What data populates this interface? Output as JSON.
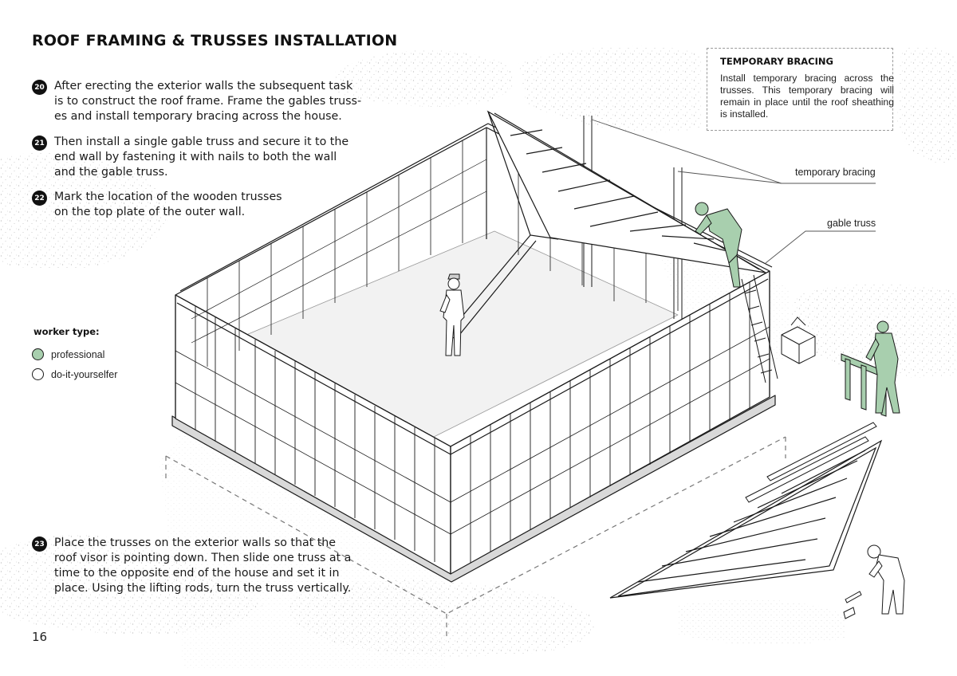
{
  "title": "ROOF FRAMING & TRUSSES INSTALLATION",
  "steps": [
    {
      "number": "20",
      "text": "After erecting the exterior walls the subsequent task is to construct the roof frame. Frame the gables trusses and install temporary bracing across the house.",
      "lines": [
        "After erecting the exterior walls the subsequent task",
        "is to construct the roof frame. Frame the gables truss-",
        "es and install temporary bracing across the house."
      ]
    },
    {
      "number": "21",
      "text": "Then install a single gable truss and secure it to the end wall by fastening it with nails to both the wall and the gable truss.",
      "lines": [
        "Then install a single gable truss and secure it to the",
        "end wall by fastening it with nails to both the wall",
        "and the gable truss."
      ]
    },
    {
      "number": "22",
      "text": "Mark the location of the wooden trusses on the top plate of the outer wall.",
      "lines": [
        "Mark the location of the wooden trusses",
        "on the top plate of the outer wall."
      ]
    },
    {
      "number": "23",
      "text": "Place the trusses on the exterior walls so that the roof visor is pointing down. Then slide one truss at a time to the opposite end of the house and set it in place. Using the lifting rods, turn the truss vertically.",
      "lines": [
        "Place the trusses on the exterior walls so that the",
        "roof visor is pointing down. Then slide one truss at a",
        "time to the opposite end of the house and set it in",
        "place. Using the lifting rods, turn the truss vertically."
      ]
    }
  ],
  "callout": {
    "title": "TEMPORARY BRACING",
    "body": "Install temporary bracing across the trusses. This temporary bracing will remain in place until the roof sheathing is installed."
  },
  "labels": {
    "temporary_bracing": "temporary bracing",
    "gable_truss": "gable truss"
  },
  "legend": {
    "title": "worker type:",
    "items": [
      {
        "label": "professional",
        "color": "#a8cfae"
      },
      {
        "label": "do-it-yourselfer",
        "color": "#ffffff"
      }
    ]
  },
  "page_number": "16",
  "colors": {
    "professional_fill": "#a8cfae",
    "line": "#1a1a1a",
    "stipple": "#b5b5b5"
  }
}
